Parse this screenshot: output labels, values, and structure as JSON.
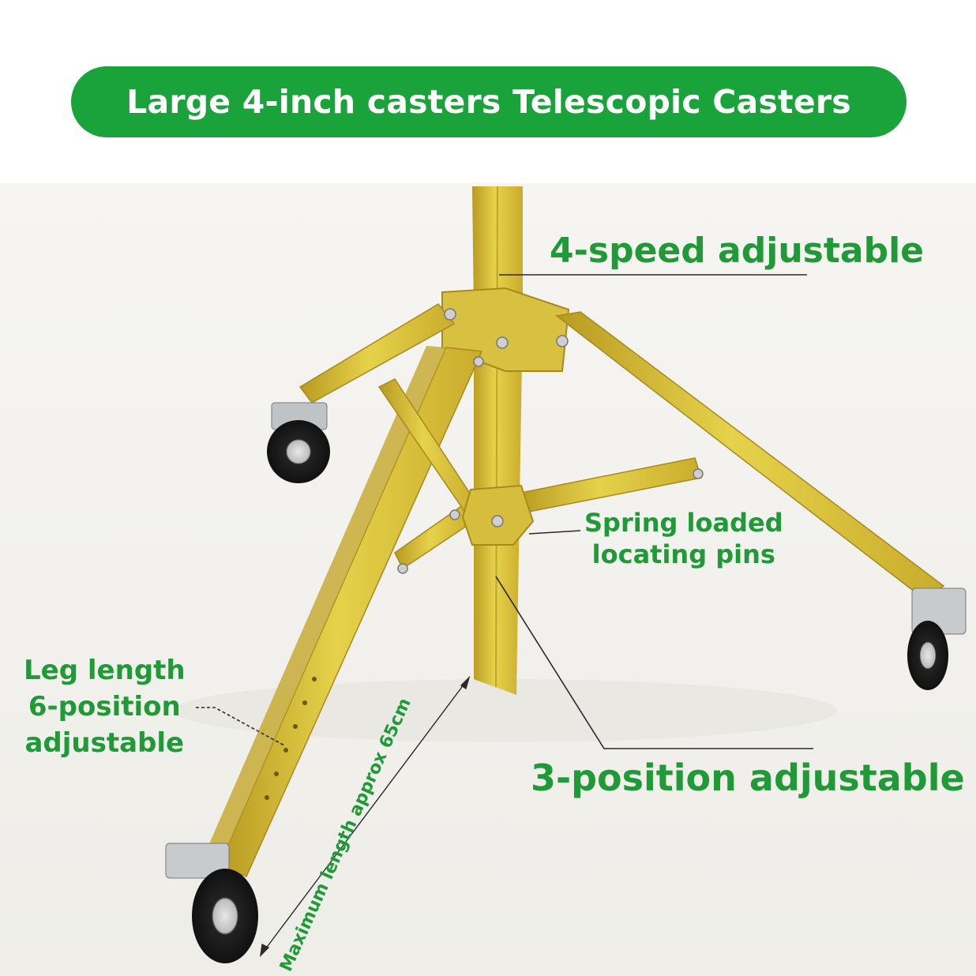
{
  "banner": {
    "title": "Large 4-inch casters Telescopic Casters"
  },
  "labels": {
    "speed": "4-speed adjustable",
    "spring_line1": "Spring loaded",
    "spring_line2": "locating pins",
    "leg_line1": "Leg length",
    "leg_line2": "6-position",
    "leg_line3": "adjustable",
    "three_position": "3-position adjustable",
    "max_length": "Maximum length approx 65cm"
  },
  "colors": {
    "banner_green": "#1aa33a",
    "label_green": "#1f9a37",
    "metal_yellow": "#d9c23a",
    "backdrop": "#f3f2ee"
  }
}
